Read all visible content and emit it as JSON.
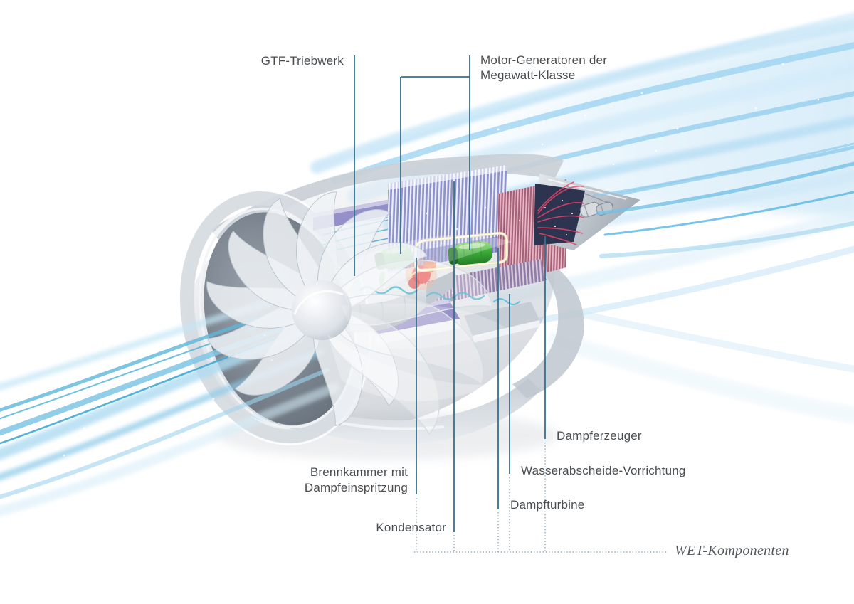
{
  "figure": {
    "type": "technical-illustration",
    "subject": "WET jet engine concept cutaway with airflow streaks",
    "labels": {
      "gtf": "GTF-Triebwerk",
      "motor_line1": "Motor-Generatoren der",
      "motor_line2": "Megawatt-Klasse",
      "brennkammer_line1": "Brennkammer mit",
      "brennkammer_line2": "Dampfeinspritzung",
      "kondensator": "Kondensator",
      "dampfturbine": "Dampfturbine",
      "wasserabscheide": "Wasserabscheide-Vorrichtung",
      "dampferzeuger": "Dampferzeuger",
      "wet": "WET-Komponenten"
    },
    "colors": {
      "leader_line": "#35708e",
      "dotted_line": "#7d97a9",
      "label_text": "#4a4d50",
      "wet_text": "#50565c",
      "airflow_blue": "#8ccbec",
      "generator_green": "#3fae3c",
      "combustor_red": "#e85050",
      "heat_exchanger_violet": "#8d91cc",
      "heat_exchanger_pink": "#f2bfce",
      "nacelle_gray": "#c9cfd6"
    }
  }
}
